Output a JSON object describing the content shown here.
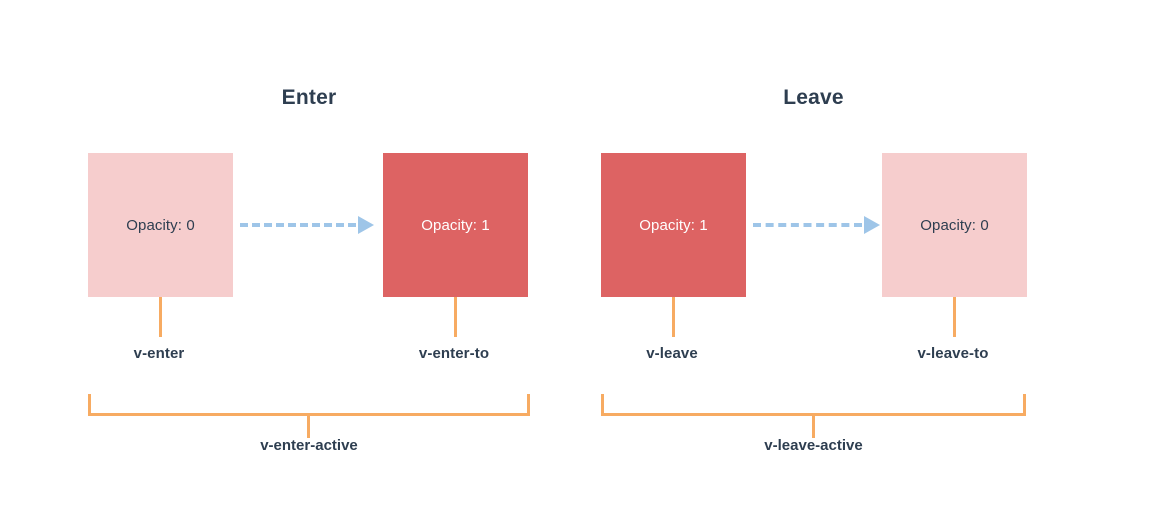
{
  "diagram": {
    "title_enter": "Enter",
    "title_leave": "Leave",
    "groups": [
      {
        "id": "enter",
        "title": "Enter",
        "from_box": {
          "label": "Opacity: 0",
          "state": "pale",
          "color": "#f6cdcd",
          "class_name": "v-enter"
        },
        "to_box": {
          "label": "Opacity: 1",
          "state": "solid",
          "color": "#dd6363",
          "class_name": "v-enter-to"
        },
        "active_class": "v-enter-active"
      },
      {
        "id": "leave",
        "title": "Leave",
        "from_box": {
          "label": "Opacity: 1",
          "state": "solid",
          "color": "#dd6363",
          "class_name": "v-leave"
        },
        "to_box": {
          "label": "Opacity: 0",
          "state": "pale",
          "color": "#f6cdcd",
          "class_name": "v-leave-to"
        },
        "active_class": "v-leave-active"
      }
    ],
    "colors": {
      "background": "#ffffff",
      "text": "#2e3e50",
      "pale_box": "#f6cdcd",
      "solid_box": "#dd6363",
      "arrow": "#9ec5e8",
      "bracket": "#f7ab62"
    },
    "icons": {
      "arrow": "dashed-arrow-right-icon",
      "bracket": "span-bracket-icon"
    }
  }
}
